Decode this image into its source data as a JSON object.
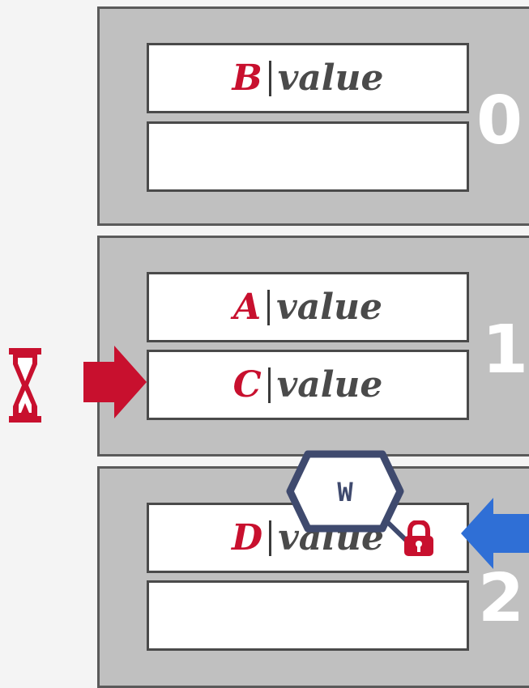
{
  "buckets": [
    {
      "number": "0",
      "slots": [
        {
          "key": "B",
          "value": "value"
        },
        {
          "key": "",
          "value": ""
        }
      ]
    },
    {
      "number": "1",
      "slots": [
        {
          "key": "A",
          "value": "value"
        },
        {
          "key": "C",
          "value": "value"
        }
      ]
    },
    {
      "number": "2",
      "slots": [
        {
          "key": "D",
          "value": "value"
        },
        {
          "key": "",
          "value": ""
        }
      ]
    }
  ],
  "latch": {
    "mode": "W"
  },
  "icons": {
    "wait": "hourglass-icon",
    "lock": "lock-icon",
    "left_arrow": "red-arrow-right-icon",
    "right_arrow": "blue-arrow-left-icon"
  },
  "colors": {
    "key_red": "#c8102e",
    "arrow_blue": "#2f6fd6",
    "latch_navy": "#3f4a6e"
  }
}
